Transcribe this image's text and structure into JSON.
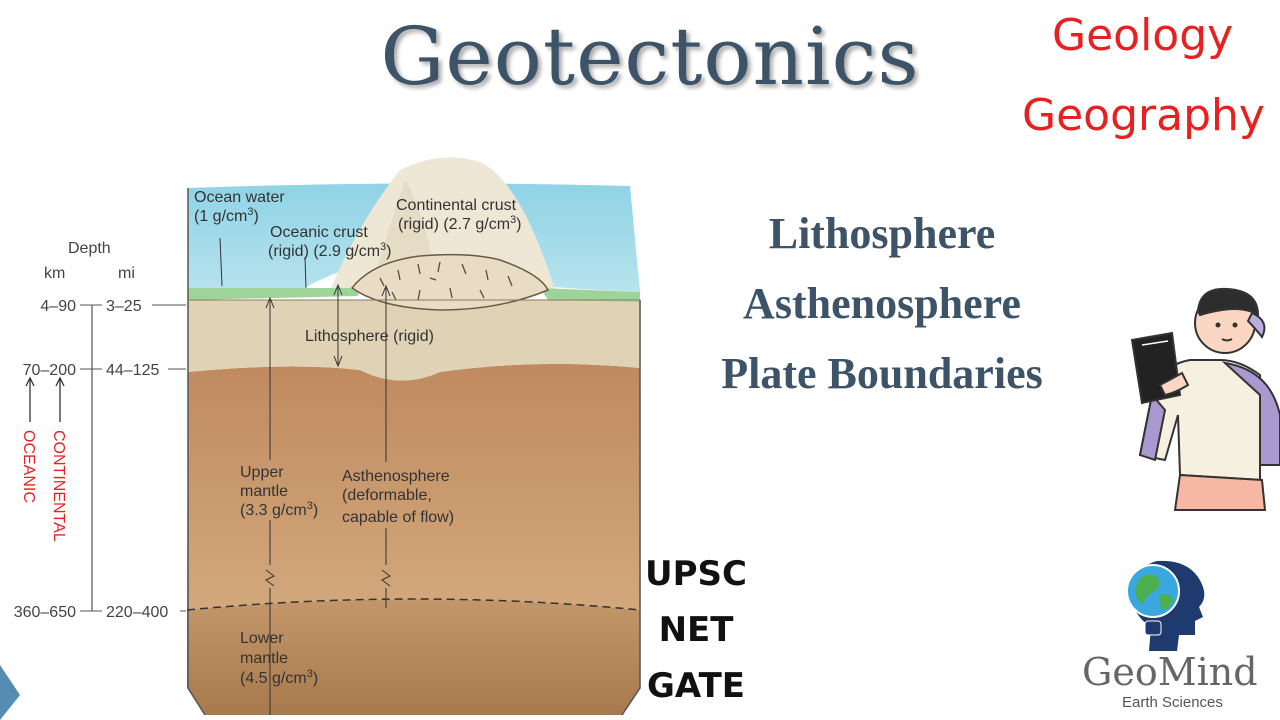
{
  "title": "Geotectonics",
  "subjects": [
    "Geology",
    "Geography"
  ],
  "topics": [
    "Lithosphere",
    "Asthenosphere",
    "Plate Boundaries"
  ],
  "exams": [
    "UPSC",
    "NET",
    "GATE"
  ],
  "brand": {
    "name": "GeoMind",
    "tagline": "Earth Sciences"
  },
  "diagram": {
    "depth_header": "Depth",
    "unit_km": "km",
    "unit_mi": "mi",
    "depth_rows": [
      {
        "km": "4–90",
        "mi": "3–25"
      },
      {
        "km": "70–200",
        "mi": "44–125"
      },
      {
        "km": "360–650",
        "mi": "220–400"
      }
    ],
    "oceanic_label": "OCEANIC",
    "continental_label": "CONTINENTAL",
    "labels": {
      "ocean_water": [
        "Ocean water",
        "(1 g/cm",
        "3",
        ")"
      ],
      "oceanic_crust": [
        "Oceanic crust",
        "(rigid) (2.9 g/cm",
        "3",
        ")"
      ],
      "continental_crust": [
        "Continental crust",
        "(rigid) (2.7 g/cm",
        "3",
        ")"
      ],
      "lithosphere": "Lithosphere (rigid)",
      "upper_mantle": [
        "Upper",
        "mantle",
        "(3.3 g/cm",
        "3",
        ")"
      ],
      "asthenosphere": [
        "Asthenosphere",
        "(deformable,",
        "capable of flow)"
      ],
      "lower_mantle": [
        "Lower",
        "mantle",
        "(4.5 g/cm",
        "3",
        ")"
      ]
    },
    "colors": {
      "ocean": "#8fd3e6",
      "oceanic_crust": "#9ed49a",
      "continental_crust": "#e8dcc4",
      "lithosphere": "#e0d2b4",
      "upper_mantle": "#c89a72",
      "lower_mantle": "#b98a5e",
      "accent_red": "#e82020",
      "title_blue": "#3d5468"
    }
  }
}
